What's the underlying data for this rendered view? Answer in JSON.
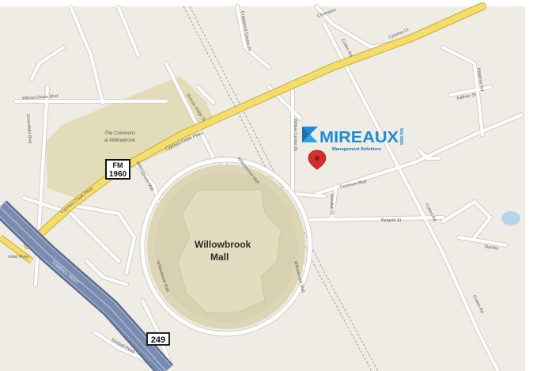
{
  "map": {
    "colors": {
      "background": "#efebe5",
      "minor_road": "#ffffff",
      "minor_road_casing": "#d3cec6",
      "arterial": "#f4dd6a",
      "arterial_casing": "#c8ad3e",
      "highway": "#7a8bb0",
      "highway_casing": "#5a6a8f",
      "mall_area": "#ddd6b6",
      "commons_area": "#e2ddb8",
      "water": "#b8d4ea",
      "railroad": "#a8a39a",
      "marker": "#d32f2f"
    },
    "areas": {
      "mall": "Willowbrook Mall",
      "mall_line1": "Willowbrook",
      "mall_line2": "Mall",
      "commons_line1": "The Commons",
      "commons_line2": "at Willowbrook"
    },
    "shields": {
      "fm_top": "FM",
      "fm_number": "1960",
      "route": "249"
    },
    "roads": {
      "cypress_creek_pkwy_main": "Cypress Creek Pkwy",
      "cypress_creek_pkwy_sw": "Cypress Creek Pkwy",
      "cypress_creek_pkwy_ne": "Cypress Cr",
      "tomball_pkwy": "TOMBALL PKWY",
      "tomball_pkwy_lower": "Tomball Pkwy",
      "tomball_pkwy_left": "mbal Pkwy",
      "willow_chase_blvd": "Willow Chase Blvd",
      "willowbrook_mall_east": "Willowbrook Mall",
      "willowbrook_mall_se": "Willowbrook Mall",
      "willowbrook_mall_sw": "Willowbrook Mall",
      "willowbrook_mall_nw": "Willowbrook Mall",
      "breckridge_st": "Breeze Ridge St",
      "willow_centre_dr": "Willow Centre Dr",
      "cochrum_blvd": "Cochrum Blvd",
      "belgold_st": "Belgold St",
      "windfall_st": "Windfall St",
      "cutten_rd_upper": "Cutten Rd",
      "cutten_rd_mid": "Cutten Rd",
      "cutten_rd_lower": "Cutten Rd",
      "hagenar_rd": "Hagenar Rd",
      "nathan_st": "Nathan St",
      "stanley": "Stanley",
      "campion_rd": "Champion",
      "chargerwood": "Craigwood Centre Dr",
      "greenfield_blvd": "Greenfield Blvd"
    },
    "logo": {
      "name": "MIREAUX",
      "tagline": "Management Solutions",
      "side": "Will BMS"
    }
  }
}
